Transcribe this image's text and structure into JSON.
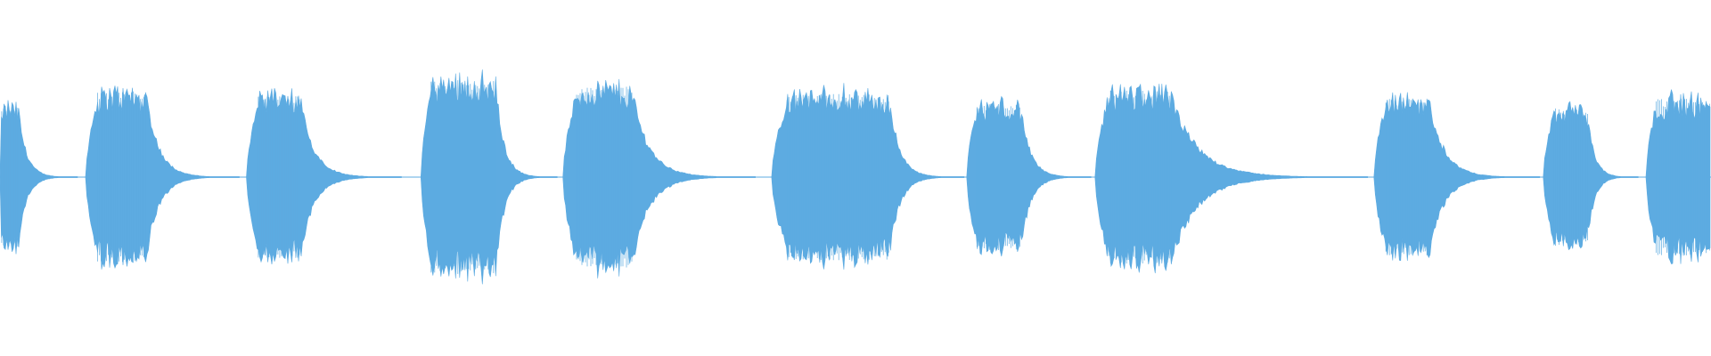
{
  "chart_data": {
    "type": "area",
    "x_unit": "normalized-time",
    "y_unit": "normalized-amplitude",
    "ylim": [
      -1,
      1
    ],
    "grid": false,
    "legend": "none",
    "bursts": [
      {
        "start": 0.0,
        "peak_start": 0.001,
        "peak_end": 0.011,
        "end": 0.046,
        "amplitude": 0.6
      },
      {
        "start": 0.05,
        "peak_start": 0.057,
        "peak_end": 0.086,
        "end": 0.14,
        "amplitude": 0.72
      },
      {
        "start": 0.144,
        "peak_start": 0.151,
        "peak_end": 0.176,
        "end": 0.235,
        "amplitude": 0.68
      },
      {
        "start": 0.246,
        "peak_start": 0.252,
        "peak_end": 0.29,
        "end": 0.326,
        "amplitude": 0.82
      },
      {
        "start": 0.329,
        "peak_start": 0.337,
        "peak_end": 0.37,
        "end": 0.442,
        "amplitude": 0.76
      },
      {
        "start": 0.451,
        "peak_start": 0.46,
        "peak_end": 0.52,
        "end": 0.564,
        "amplitude": 0.7
      },
      {
        "start": 0.565,
        "peak_start": 0.571,
        "peak_end": 0.597,
        "end": 0.638,
        "amplitude": 0.62
      },
      {
        "start": 0.64,
        "peak_start": 0.648,
        "peak_end": 0.685,
        "end": 0.8,
        "amplitude": 0.73
      },
      {
        "start": 0.803,
        "peak_start": 0.81,
        "peak_end": 0.836,
        "end": 0.9,
        "amplitude": 0.66
      },
      {
        "start": 0.902,
        "peak_start": 0.908,
        "peak_end": 0.928,
        "end": 0.958,
        "amplitude": 0.58
      },
      {
        "start": 0.962,
        "peak_start": 0.968,
        "peak_end": 1.0,
        "end": 1.0,
        "amplitude": 0.66
      }
    ],
    "color": "#5DABE1"
  }
}
